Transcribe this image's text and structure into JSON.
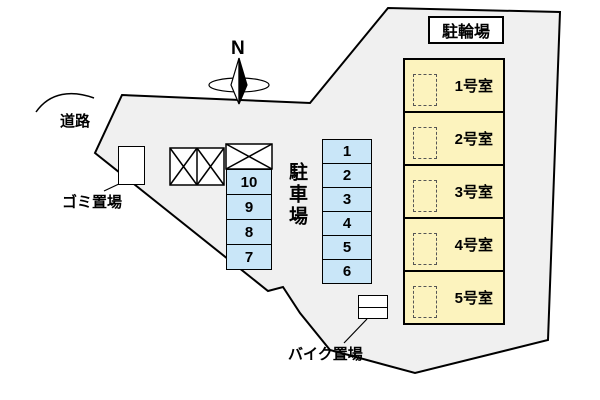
{
  "diagram": {
    "title": "site-plan",
    "labels": {
      "north": "N",
      "road": "道路",
      "garbage": "ゴミ置場",
      "parking": "駐車場",
      "bicycle": "駐輪場",
      "motorcycle": "バイク置場"
    },
    "parking_left": [
      "10",
      "9",
      "8",
      "7"
    ],
    "parking_right": [
      "1",
      "2",
      "3",
      "4",
      "5",
      "6"
    ],
    "rooms": [
      "1号室",
      "2号室",
      "3号室",
      "4号室",
      "5号室"
    ],
    "colors": {
      "site_fill": "#f0f0f0",
      "outline": "#000000",
      "parking_fill": "#c9e6f8",
      "room_fill": "#fcf3be"
    }
  }
}
